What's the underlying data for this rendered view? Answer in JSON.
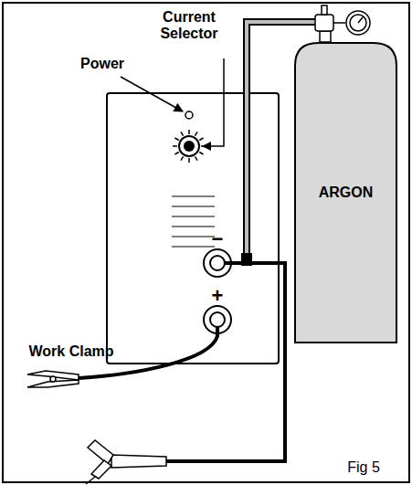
{
  "diagram": {
    "caption": "Fig 5",
    "nodes": [
      {
        "text": [
          "ARGON"
        ]
      }
    ],
    "labels": [
      "Power",
      "Current Selector",
      "−",
      "+",
      "Work Clamp"
    ]
  }
}
